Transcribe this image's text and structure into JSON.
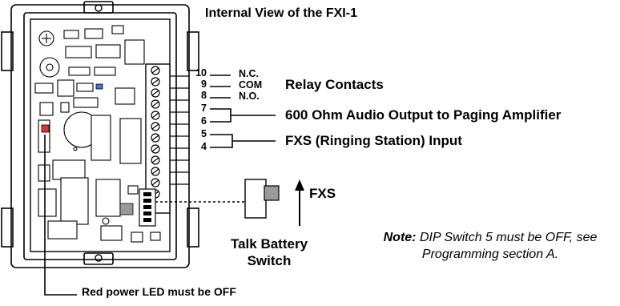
{
  "diagram": {
    "title": "Internal View of the FXI-1",
    "terminals": [
      {
        "number": "10",
        "code": "N.C."
      },
      {
        "number": "9",
        "code": "COM"
      },
      {
        "number": "8",
        "code": "N.O."
      },
      {
        "number": "7",
        "code": ""
      },
      {
        "number": "6",
        "code": ""
      },
      {
        "number": "5",
        "code": ""
      },
      {
        "number": "4",
        "code": ""
      }
    ],
    "groups": {
      "relay": "Relay Contacts",
      "audio": "600 Ohm Audio Output to Paging Amplifier",
      "fxs_input": "FXS (Ringing Station) Input"
    },
    "switch": {
      "direction_label": "FXS",
      "name": "Talk Battery Switch"
    },
    "note": {
      "prefix": "Note:",
      "text": "DIP Switch 5 must be OFF, see Programming section A."
    },
    "led_label": "Red power LED must be OFF",
    "colors": {
      "ink": "#000000",
      "board_gray": "#d9d9d9",
      "led_red": "#e3342f",
      "accent_blue": "#3b7bd6"
    }
  }
}
